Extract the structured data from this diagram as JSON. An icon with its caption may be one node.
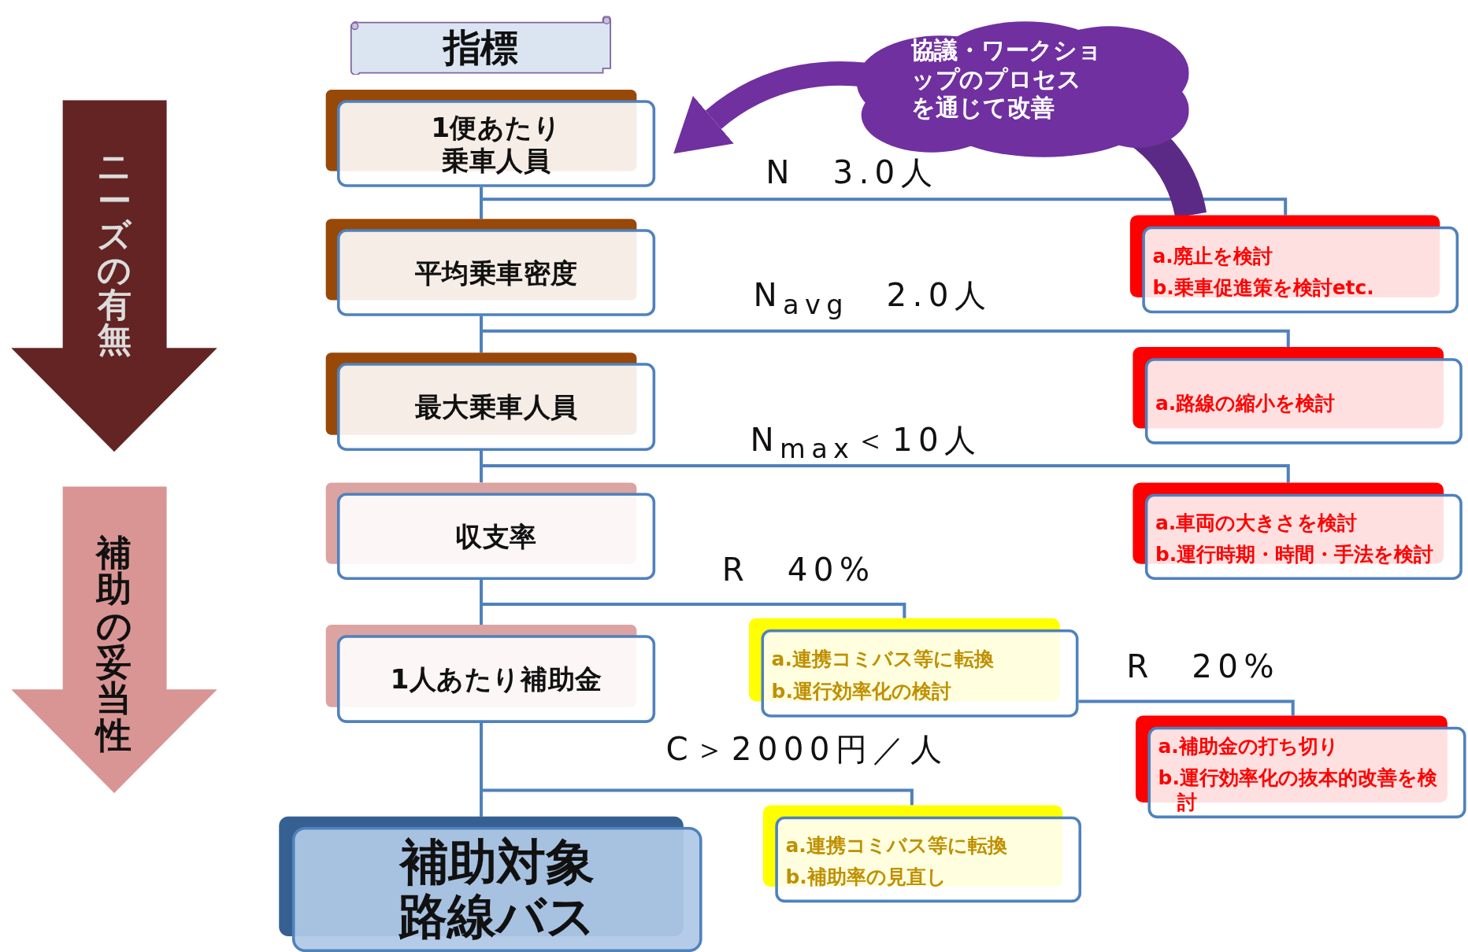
{
  "diagram": {
    "nodes": [
      {
        "text": [
          "ニーズの有無"
        ]
      },
      {
        "text": [
          "補助の妥当性"
        ]
      },
      {
        "text": [
          "指標"
        ]
      },
      {
        "text": [
          "1便あたり乗車人員"
        ]
      },
      {
        "text": [
          "平均乗車密度"
        ]
      },
      {
        "text": [
          "最大乗車人員"
        ]
      },
      {
        "text": [
          "収支率"
        ]
      },
      {
        "text": [
          "1人あたり補助金"
        ]
      },
      {
        "text": [
          "補助対象路線バス"
        ]
      },
      {
        "text": [
          "a.廃止を検討",
          "b.乗車促進策を検討etc."
        ]
      },
      {
        "text": [
          "a.路線の縮小を検討"
        ]
      },
      {
        "text": [
          "a.車両の大きさを検討",
          "b.運行時期・時間・手法を検討"
        ]
      },
      {
        "text": [
          "a.連携コミバス等に転換",
          "b.運行効率化の検討"
        ]
      },
      {
        "text": [
          "a.補助金の打ち切り",
          "b.運行効率化の抜本的改善を検討"
        ]
      },
      {
        "text": [
          "a.連携コミバス等に転換",
          "b.補助率の見直し"
        ]
      },
      {
        "text": [
          "協議・ワークショップのプロセスを通じて改善"
        ]
      }
    ],
    "edges": [
      {
        "from": 3,
        "to": 4,
        "arrow": "none"
      },
      {
        "from": 3,
        "to": 9,
        "arrow": "none",
        "label": "N　3.0人"
      },
      {
        "from": 4,
        "to": 5,
        "arrow": "none"
      },
      {
        "from": 4,
        "to": 10,
        "arrow": "none",
        "label": "N$_{avg}$　2.0人"
      },
      {
        "from": 5,
        "to": 6,
        "arrow": "none"
      },
      {
        "from": 5,
        "to": 11,
        "arrow": "none",
        "label": "N$_{max}$＜10人"
      },
      {
        "from": 6,
        "to": 7,
        "arrow": "none"
      },
      {
        "from": 6,
        "to": 12,
        "arrow": "none",
        "label": "R　40%"
      },
      {
        "from": 7,
        "to": 8,
        "arrow": "none"
      },
      {
        "from": 7,
        "to": 14,
        "arrow": "none",
        "label": "C＞2000円／人"
      },
      {
        "from": 12,
        "to": 13,
        "arrow": "none",
        "label": "R　20%"
      },
      {
        "from": 9,
        "to": 15,
        "arrow": "none",
        "style": "thick",
        "color": "#5b2a86"
      },
      {
        "from": 15,
        "to": 3,
        "arrow": "to",
        "style": "thick",
        "color": "#7030a0"
      }
    ]
  }
}
